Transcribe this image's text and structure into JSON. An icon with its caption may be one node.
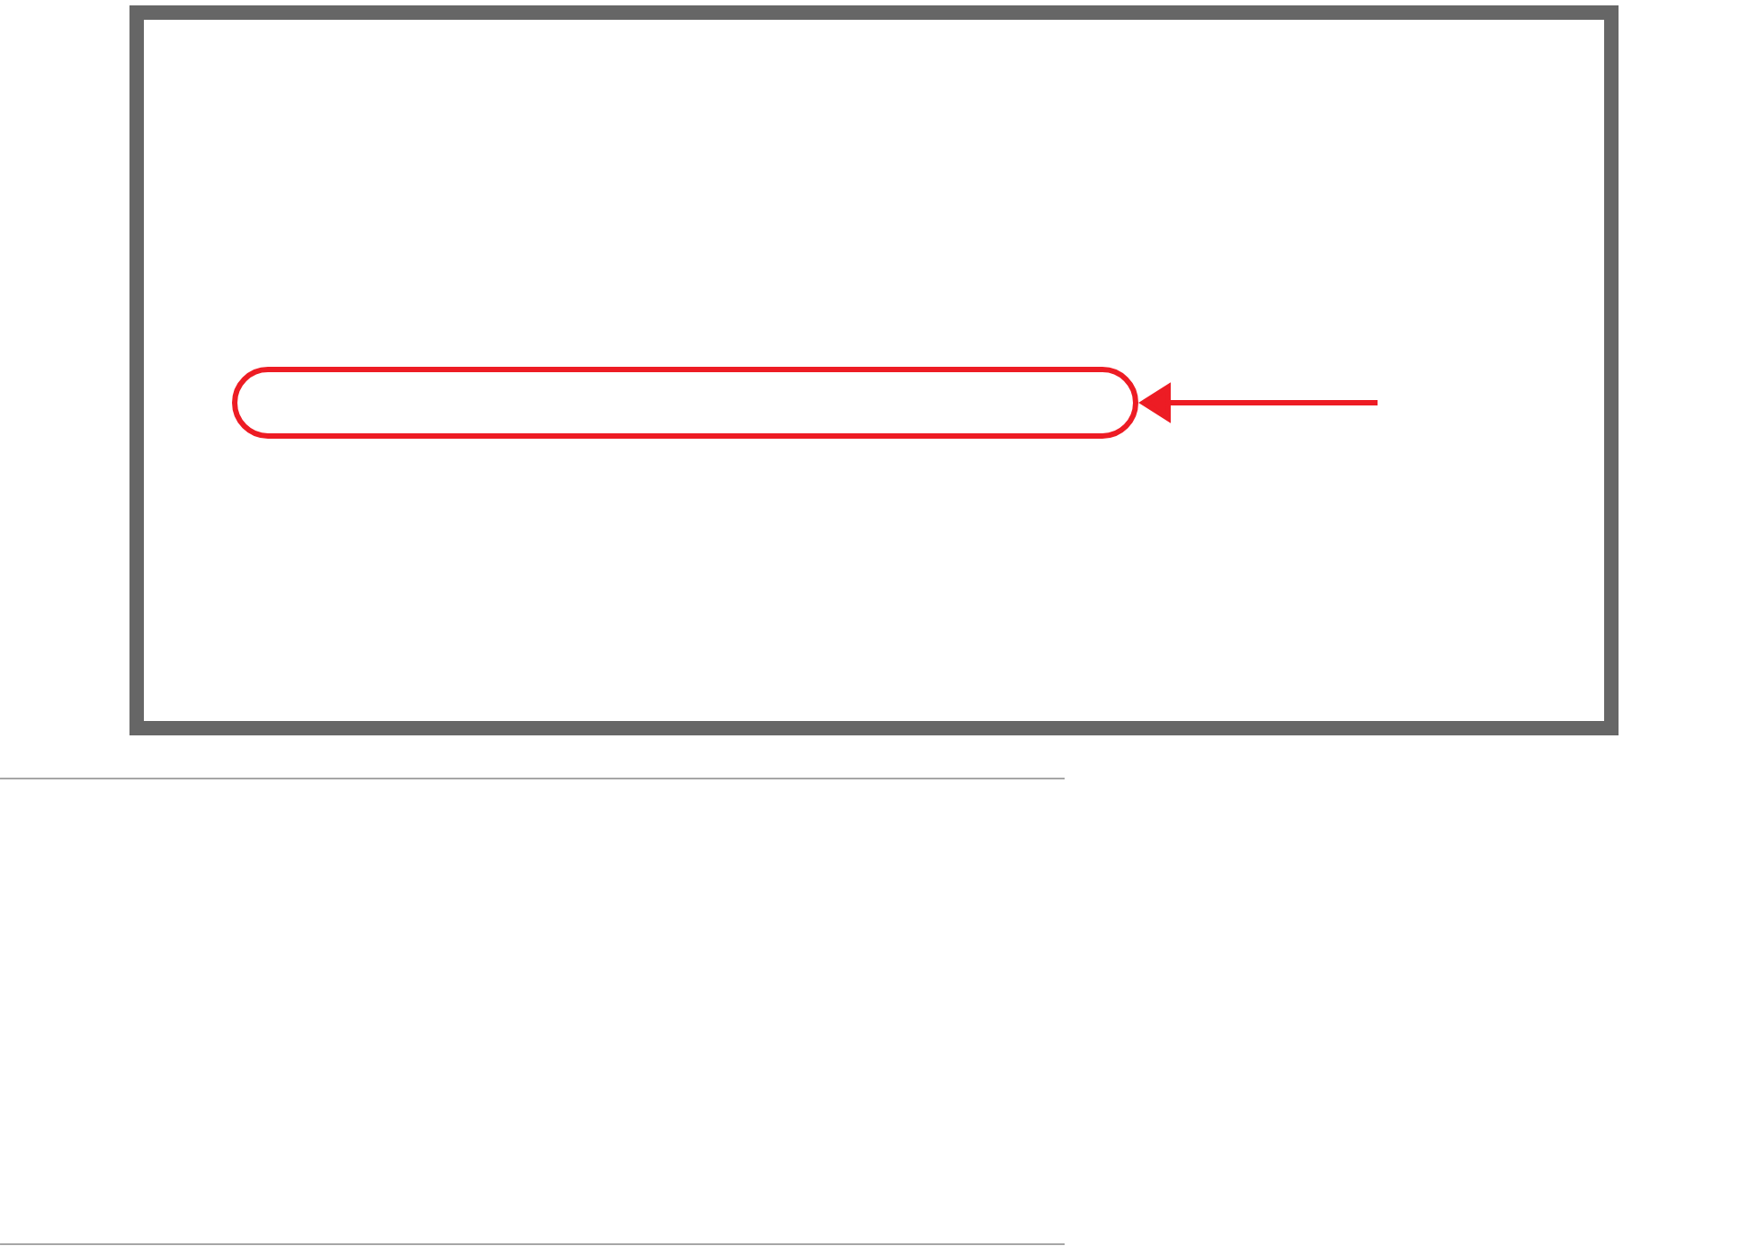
{
  "diagram": {
    "nodes": [
      {
        "text": [],
        "shape": "box"
      },
      {
        "text": [],
        "shape": "box",
        "in": 0
      }
    ],
    "edges": [
      {
        "from": null,
        "to": 1,
        "arrow": "to"
      }
    ]
  }
}
